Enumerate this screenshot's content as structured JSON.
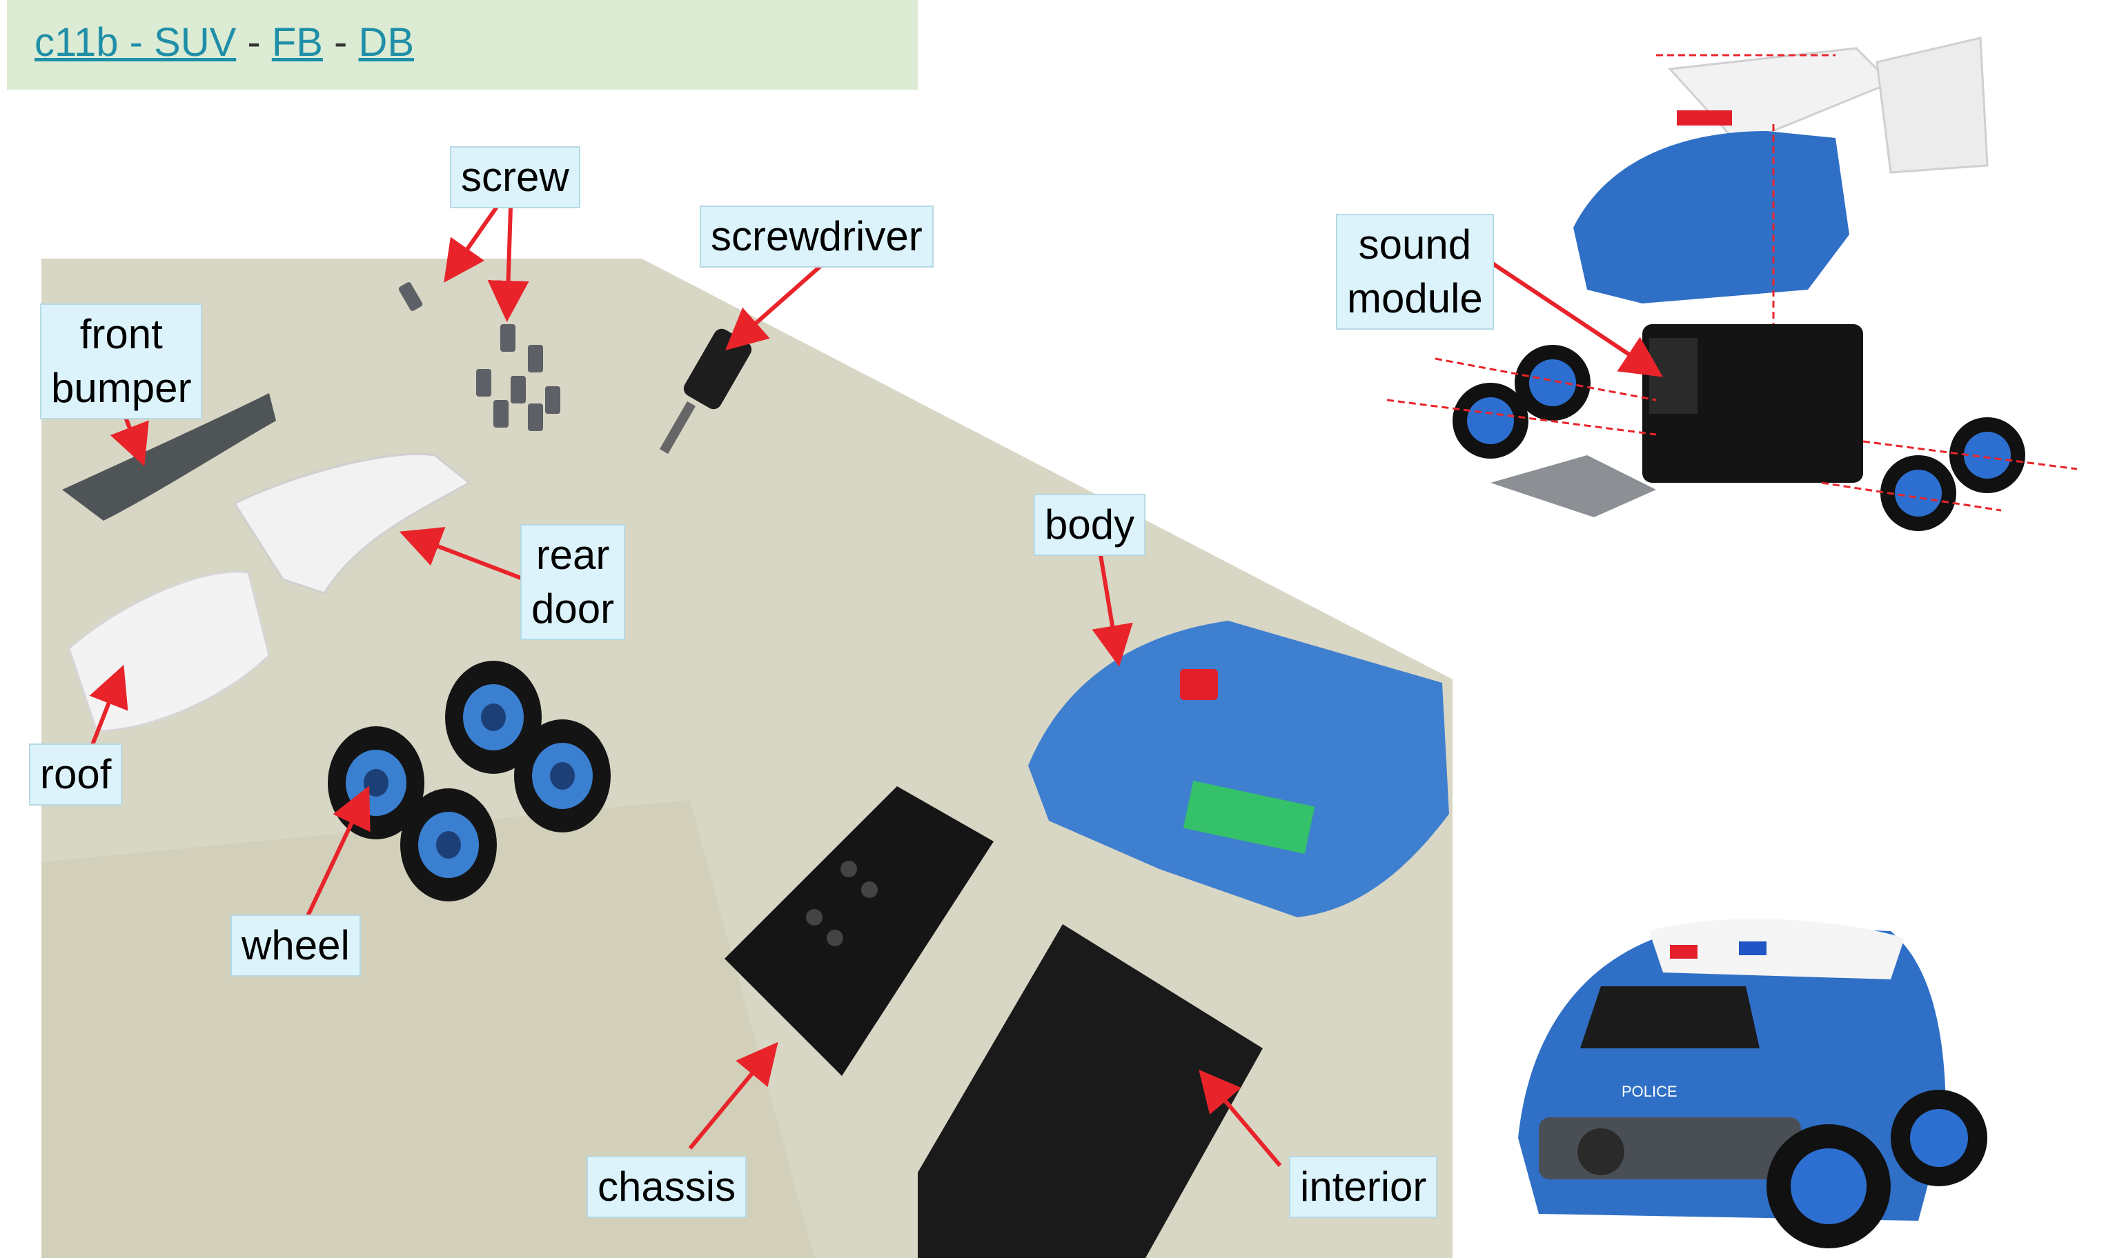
{
  "header": {
    "title": "c11b - SUV",
    "sep1": " - ",
    "fb": "FB",
    "sep2": " - ",
    "db": "DB"
  },
  "labels": {
    "screw": "screw",
    "screwdriver": "screwdriver",
    "front_bumper": "front\nbumper",
    "rear_door": "rear\ndoor",
    "body": "body",
    "roof": "roof",
    "wheel": "wheel",
    "chassis": "chassis",
    "interior": "interior",
    "sound_module": "sound\nmodule"
  },
  "product": {
    "police_text": "POLICE"
  },
  "colors": {
    "label_bg": "#dcf3fb",
    "arrow": "#e8242a",
    "link": "#1f8fa8",
    "header_bg": "#dcebd3",
    "toy_blue": "#2f6fc6"
  }
}
